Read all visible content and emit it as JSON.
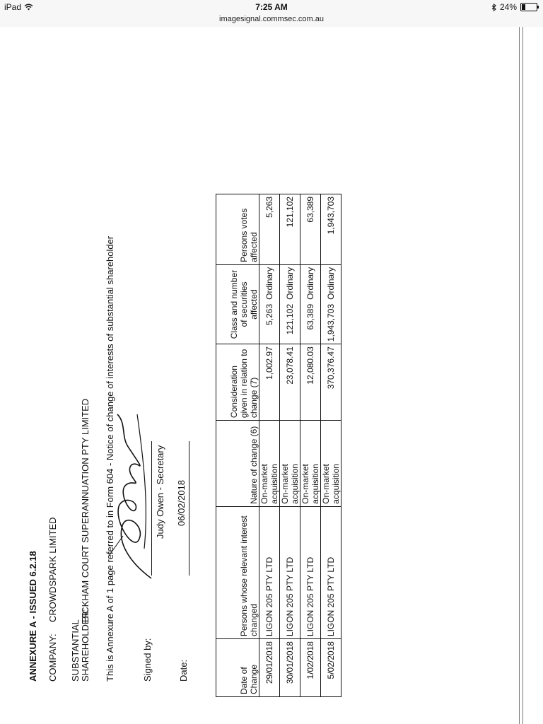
{
  "status_bar": {
    "device": "iPad",
    "time": "7:25 AM",
    "battery_text": "24%",
    "battery_level": 0.24
  },
  "browser": {
    "url": "imagesignal.commsec.com.au"
  },
  "document": {
    "heading": "ANNEXURE A - ISSUED 6.2.18",
    "company_label": "COMPANY:",
    "company_value": "CROWDSPARK LIMITED",
    "shareholder_label_1": "SUBSTANTIAL",
    "shareholder_label_2": "SHAREHOLDER:",
    "shareholder_value": "BICKHAM COURT SUPERANNUATION PTY LIMITED",
    "annexure_note": "This is Annexure A of 1 page referred to in Form 604 - Notice of change of interests of substantial shareholder",
    "signed_label": "Signed by:",
    "signer": "Judy Owen - Secretary",
    "date_label": "Date:",
    "date_value": "06/02/2018"
  },
  "table": {
    "headers": [
      "Date of Change",
      "Persons whose relevant interest changed",
      "Nature of change (6)",
      "Consideration given in relation to change (7)",
      "Class and number of securities affected",
      "Persons votes affected"
    ],
    "rows": [
      {
        "date": "29/01/2018",
        "person": "LIGON 205 PTY LTD",
        "nature": "On-market acquisition",
        "consideration": "1,002.97",
        "number": "5,263",
        "class": "Ordinary",
        "votes": "5,263"
      },
      {
        "date": "30/01/2018",
        "person": "LIGON 205 PTY LTD",
        "nature": "On-market acquisition",
        "consideration": "23,078.41",
        "number": "121,102",
        "class": "Ordinary",
        "votes": "121,102"
      },
      {
        "date": "1/02/2018",
        "person": "LIGON 205 PTY LTD",
        "nature": "On-market acquisition",
        "consideration": "12,080.03",
        "number": "63,389",
        "class": "Ordinary",
        "votes": "63,389"
      },
      {
        "date": "5/02/2018",
        "person": "LIGON 205 PTY LTD",
        "nature": "On-market acquisition",
        "consideration": "370,376.47",
        "number": "1,943,703",
        "class": "Ordinary",
        "votes": "1,943,703"
      }
    ]
  }
}
